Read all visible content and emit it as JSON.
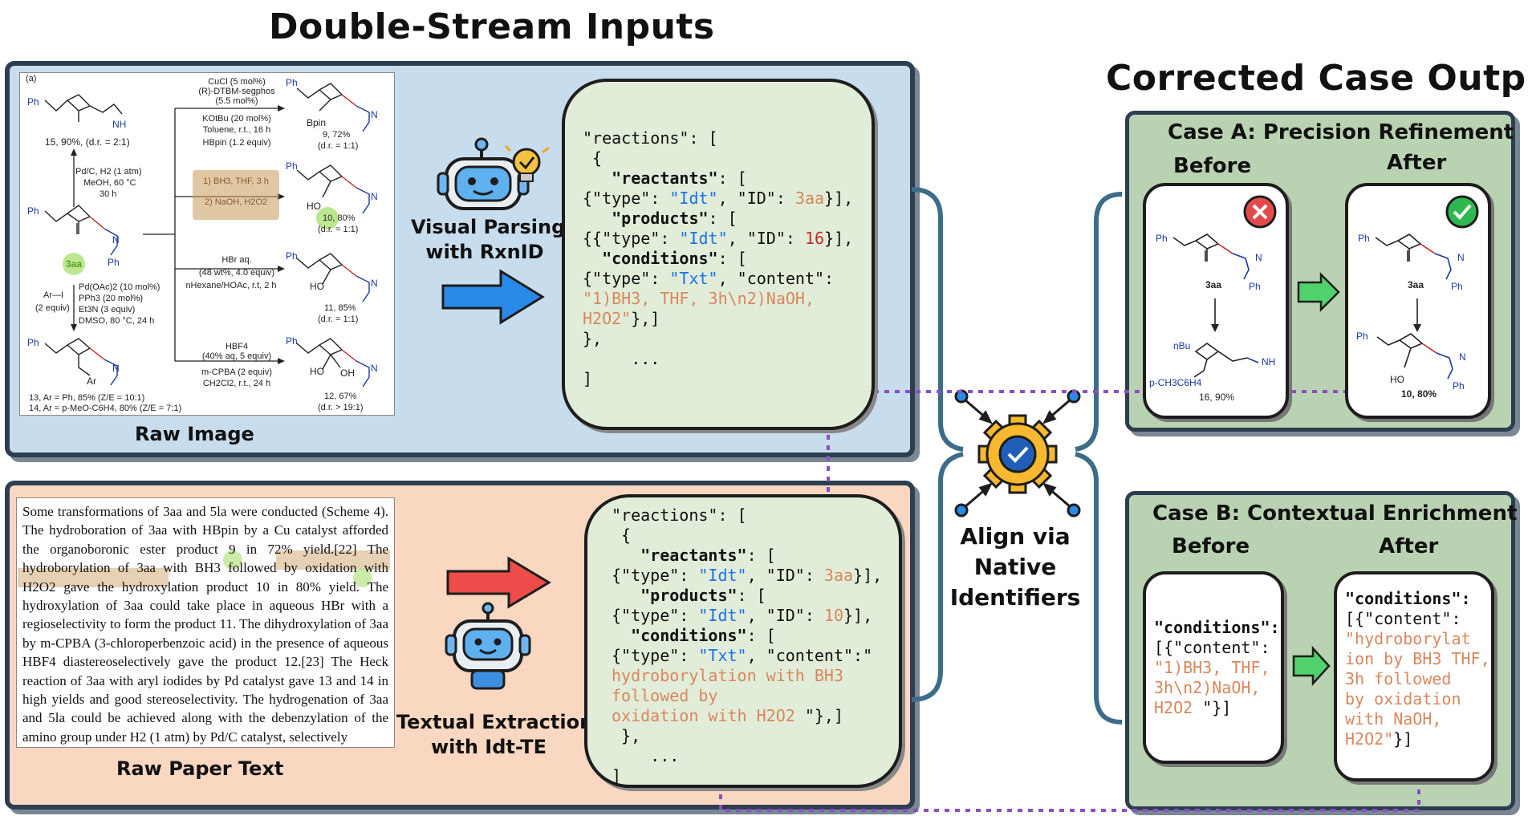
{
  "headings": {
    "inputs_title": "Double-Stream Inputs",
    "outputs_title": "Corrected Case Outputs"
  },
  "visual_stream": {
    "raw_caption": "Raw Image",
    "agent_label_line1": "Visual Parsing",
    "agent_label_line2": "with RxnID",
    "scheme": {
      "panel_tag": "(a)",
      "cond_top": [
        "CuCl (5 mol%)",
        "(R)-DTBM-segphos",
        "(5.5 mol%)",
        "KOtBu (20 mol%)",
        "Toluene, r.t., 16 h",
        "HBpin (1.2 equiv)"
      ],
      "cond_hydro": [
        "1) BH3, THF, 3 h",
        "2) NaOH, H2O2"
      ],
      "cond_hbr": [
        "HBr aq.",
        "(48 wt%, 4.0 equiv)",
        "nHexane/HOAc, r.t, 2 h"
      ],
      "cond_hbf4": [
        "HBF4",
        "(40% aq, 5 equiv)",
        "m-CPBA (2 equiv)",
        "CH2Cl2, r.t., 24 h"
      ],
      "cond_pd": [
        "Pd/C, H2 (1 atm)",
        "MeOH, 60 °C",
        "30 h"
      ],
      "cond_heck": [
        "Pd(OAc)2 (10 mol%)",
        "PPh3 (20 mol%)",
        "Et3N (3 equiv)",
        "DMSO, 80 °C, 24 h"
      ],
      "arl": "Ar—I",
      "arl_equiv": "(2 equiv)",
      "sm_label": "3aa",
      "p15": "15, 90%, (d.r. = 2:1)",
      "p9a": "9, 72%",
      "p9b": "(d.r. = 1:1)",
      "p10a": "10, 80%",
      "p10b": "(d.r. = 1:1)",
      "p11a": "11, 85%",
      "p11b": "(d.r. = 1:1)",
      "p12a": "12, 67%",
      "p12b": "(d.r. > 19:1)",
      "p13": "13, Ar = Ph, 85% (Z/E = 10:1)",
      "p14": "14, Ar = p-MeO-C6H4, 80% (Z/E = 7:1)",
      "ph": "Ph",
      "nh": "NH",
      "n": "N",
      "bpin": "Bpin",
      "ho": "HO",
      "oh": "OH",
      "ar": "Ar"
    }
  },
  "textual_stream": {
    "raw_caption": "Raw Paper Text",
    "agent_label_line1": "Textual Extraction",
    "agent_label_line2": "with Idt-TE",
    "paragraph": "Some transformations of 3aa and 5la were conducted (Scheme 4). The hydroboration of 3aa with HBpin by a Cu catalyst afforded the organoboronic ester product 9 in 72% yield.[22] The hydroborylation of 3aa with BH3 followed by oxidation with H2O2 gave the hydroxylation product 10 in 80% yield. The hydroxylation of 3aa could take place in aqueous HBr with a regioselectivity to form the product 11. The dihydroxylation of 3aa by m-CPBA (3-chloroperbenzoic acid) in the presence of aqueous HBF4 diastereoselectively gave the product 12.[23] The Heck reaction of 3aa with aryl iodides by Pd catalyst gave 13 and 14 in high yields and good stereoselectivity. The hydrogenation of 3aa and 5la could be achieved along with the debenzylation of the amino group under H2 (1 atm) by Pd/C catalyst, selectively"
  },
  "json_visual": {
    "l1": "\"reactions\": [",
    "l2": " {",
    "l3_key": "\"reactants\"",
    "l3_rest": ": [",
    "l4_a": "{\"type\": ",
    "l4_type": "\"Idt\"",
    "l4_b": ", \"ID\": ",
    "l4_id": "3aa",
    "l4_c": "}],",
    "l5_key": "\"products\"",
    "l5_rest": ": [",
    "l6_a": "{{\"type\": ",
    "l6_type": "\"Idt\"",
    "l6_b": ", \"ID\": ",
    "l6_id": "16",
    "l6_c": "}],",
    "l7_key": "\"conditions\"",
    "l7_rest": ": [",
    "l8_a": "{\"type\": ",
    "l8_type": "\"Txt\"",
    "l8_b": ", \"content\":",
    "l9": "\"1)BH3, THF, 3h\\n2)NaOH,",
    "l10": "H2O2\"",
    "l10_rest": "},]",
    "l11": "},",
    "l12": "...",
    "l13": "]"
  },
  "json_textual": {
    "l1": "\"reactions\": [",
    "l2": " {",
    "l3_key": "\"reactants\"",
    "l3_rest": ": [",
    "l4_a": "{\"type\": ",
    "l4_type": "\"Idt\"",
    "l4_b": ", \"ID\": ",
    "l4_id": "3aa",
    "l4_c": "}],",
    "l5_key": "\"products\"",
    "l5_rest": ": [",
    "l6_a": "{\"type\": ",
    "l6_type": "\"Idt\"",
    "l6_b": ", \"ID\": ",
    "l6_id": "10",
    "l6_c": "}],",
    "l7_key": "\"conditions\"",
    "l7_rest": ": [",
    "l8_a": "{\"type\": ",
    "l8_type": "\"Txt\"",
    "l8_b": ", \"content\":\"",
    "l9": "hydroborylation with BH3",
    "l10": "followed by",
    "l11": "oxidation with H2O2 ",
    "l11_rest": "\"},]",
    "l12": " },",
    "l13": "...",
    "l14": "]"
  },
  "align": {
    "line1": "Align via",
    "line2": "Native",
    "line3": "Identifiers"
  },
  "case_a": {
    "title": "Case A: Precision Refinement",
    "before": "Before",
    "after": "After",
    "before_sm": "3aa",
    "before_product": "16, 90%",
    "before_sub": "p-CH3C6H4",
    "before_nbu": "nBu",
    "after_sm": "3aa",
    "after_product": "10, 80%"
  },
  "case_b": {
    "title": "Case B: Contextual Enrichment",
    "before": "Before",
    "after": "After",
    "before_json": {
      "l1": "\"conditions\":",
      "l2": "[{\"content\":",
      "l3": "\"1)BH3, THF,",
      "l4": "3h\\n2)NaOH,",
      "l5": "H2O2 ",
      "l5_rest": "\"}]"
    },
    "after_json": {
      "l1": "\"conditions\":",
      "l2": "[{\"content\":",
      "l3": "\"hydroborylat",
      "l4": "ion by BH3 THF,",
      "l5": "3h followed",
      "l6": "by oxidation",
      "l7": "with NaOH,",
      "l8": "H2O2\"",
      "l8_rest": "}]"
    }
  },
  "colors": {
    "visual_panel": "#c7dcec",
    "text_panel": "#f9d7c0",
    "json_bg": "#e1edd9",
    "case_panel": "#b9d3b2",
    "id_blue": "#1a73e8",
    "value_orange": "#d9875c",
    "error_red": "#c62828",
    "dotted_purple": "#8a4fc4",
    "gear_blue": "#1f5fb8",
    "gear_yellow": "#f5b82e",
    "ok_green": "#2fb84f",
    "arrow_green": "#4fd26b",
    "arrow_blue": "#2a8ae8",
    "arrow_red": "#ee4b4b"
  },
  "icons": [
    "robot-icon",
    "lightbulb-check-icon",
    "gear-check-icon",
    "error-x-icon",
    "check-icon",
    "green-arrow-icon",
    "blue-arrow-icon",
    "red-arrow-icon",
    "converging-arrows-icon"
  ]
}
